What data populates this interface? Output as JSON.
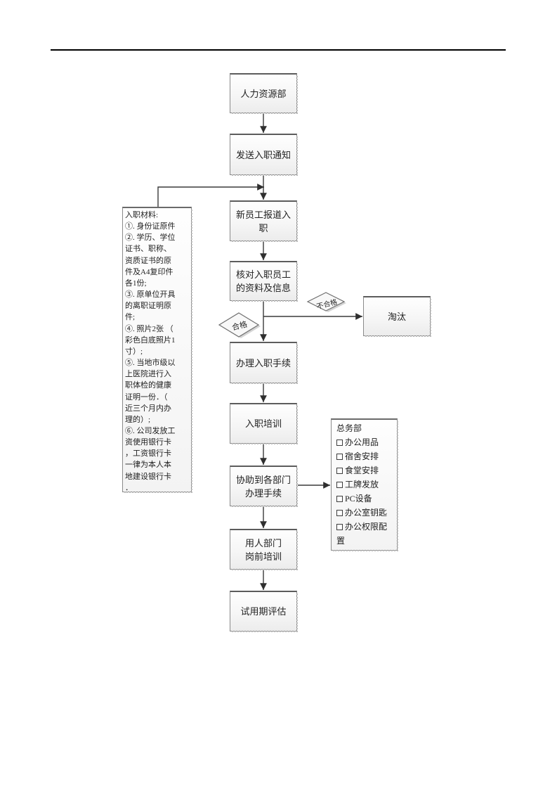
{
  "flow": {
    "nodes": [
      {
        "id": "hr",
        "label": "人力资源部"
      },
      {
        "id": "notice",
        "label": "发送入职通知"
      },
      {
        "id": "report",
        "label": "新员工报道入\n职"
      },
      {
        "id": "verify",
        "label": "核对入职员工\n的资料及信息"
      },
      {
        "id": "procedure",
        "label": "办理入职手续"
      },
      {
        "id": "training",
        "label": "入职培训"
      },
      {
        "id": "assist",
        "label": "协助到各部门\n办理手续"
      },
      {
        "id": "dept_training",
        "label": "用人部门\n岗前培训"
      },
      {
        "id": "probation",
        "label": "试用期评估"
      }
    ],
    "eliminate_label": "淘汰",
    "qualified_label": "合格",
    "unqualified_label": "不合格"
  },
  "left_note": {
    "text": "入职材料:\n①. 身份证原件\n②. 学历、学位\n证书、职称、\n资质证书的原\n件及A4复印件\n各1份;\n③. 原单位开具\n的离职证明原\n件;\n④. 照片2张 （\n彩色白底照片1\n寸）;\n⑤. 当地市级以\n上医院进行入\n职体检的健康\n证明一份．（\n近三个月内办\n理的）;\n⑥. 公司发放工\n资使用银行卡\n，工资银行卡\n一律为本人本\n地建设银行卡\n．"
  },
  "general_affairs": {
    "title": "总务部",
    "items": [
      {
        "label": "办公用品"
      },
      {
        "label": "宿舍安排"
      },
      {
        "label": "食堂安排"
      },
      {
        "label": "工牌发放"
      },
      {
        "label": "PC设备"
      },
      {
        "label": "办公室钥匙"
      },
      {
        "label": "办公权限配置"
      }
    ]
  },
  "colors": {
    "line": "#3a3a3a",
    "box_border": "#8a8a8a",
    "rule": "#000000"
  }
}
